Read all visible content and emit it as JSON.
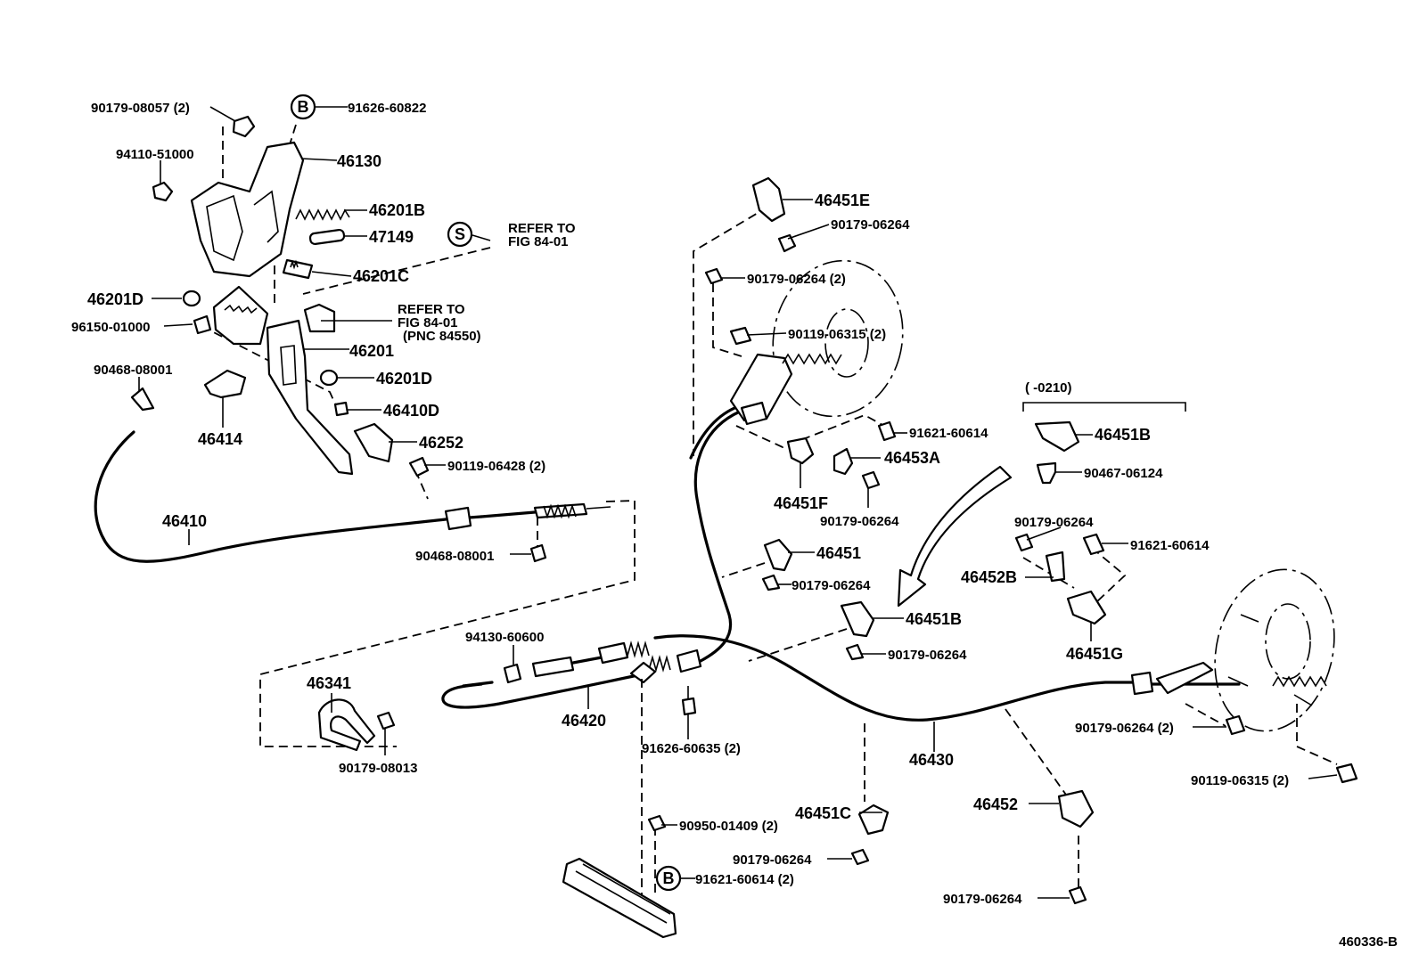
{
  "diagram_id": "460336-B",
  "refer_s": [
    "REFER TO",
    "FIG 84-01"
  ],
  "refer_b": [
    "REFER TO",
    "FIG 84-01",
    "(PNC 84550)"
  ],
  "circle_s": "S",
  "circle_b1": "B",
  "circle_b2": "B",
  "bracket_label": "(        -0210)",
  "labels": {
    "l_90179_08057": "90179-08057 (2)",
    "l_91626_60822": "91626-60822",
    "l_94110_51000": "94110-51000",
    "l_46130": "46130",
    "l_46201b": "46201B",
    "l_47149": "47149",
    "l_46201c": "46201C",
    "l_46201d_a": "46201D",
    "l_96150_01000": "96150-01000",
    "l_46201": "46201",
    "l_90468_08001_a": "90468-08001",
    "l_46201d_b": "46201D",
    "l_46410d": "46410D",
    "l_46414": "46414",
    "l_46252": "46252",
    "l_90119_06428": "90119-06428 (2)",
    "l_46410": "46410",
    "l_90468_08001_b": "90468-08001",
    "l_46451e": "46451E",
    "l_90179_06264_a": "90179-06264",
    "l_90179_06264_b": "90179-06264 (2)",
    "l_90119_06315_a": "90119-06315 (2)",
    "l_91621_60614_a": "91621-60614",
    "l_46453a": "46453A",
    "l_46451f": "46451F",
    "l_90179_06264_c": "90179-06264",
    "l_46451": "46451",
    "l_90179_06264_d": "90179-06264",
    "l_46451b_a": "46451B",
    "l_90467_06124": "90467-06124",
    "l_90179_06264_e": "90179-06264",
    "l_91621_60614_b": "91621-60614",
    "l_46452b": "46452B",
    "l_46451b_b": "46451B",
    "l_90179_06264_f": "90179-06264",
    "l_46451g": "46451G",
    "l_94130_60600": "94130-60600",
    "l_46341": "46341",
    "l_46420": "46420",
    "l_91626_60635": "91626-60635 (2)",
    "l_90179_08013": "90179-08013",
    "l_46430": "46430",
    "l_90179_06264_g": "90179-06264 (2)",
    "l_90119_06315_b": "90119-06315 (2)",
    "l_46451c": "46451C",
    "l_90950_01409": "90950-01409 (2)",
    "l_90179_06264_h": "90179-06264",
    "l_91621_60614_c": "91621-60614 (2)",
    "l_46452": "46452",
    "l_90179_06264_i": "90179-06264"
  }
}
